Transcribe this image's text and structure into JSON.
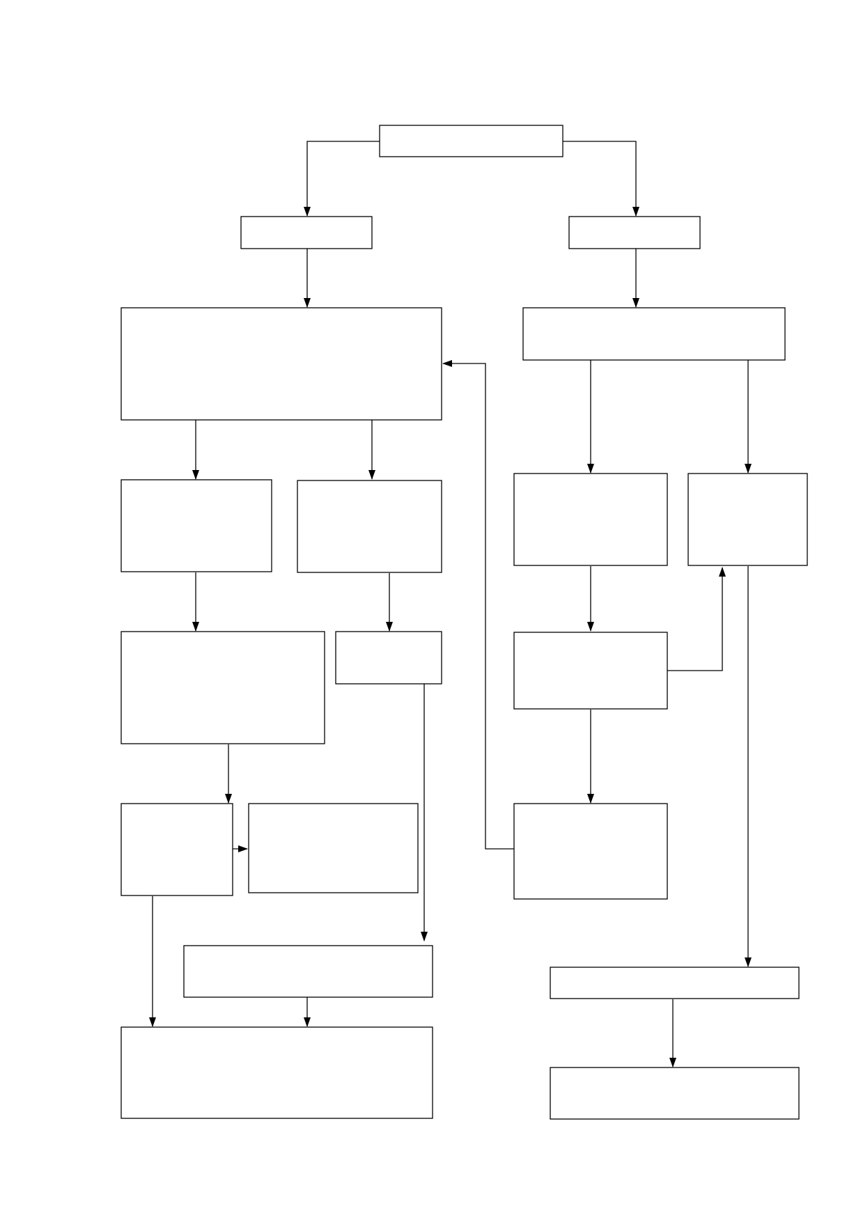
{
  "diagram": {
    "type": "flowchart",
    "background_color": "#ffffff",
    "line_color": "#000000",
    "nodes": [
      {
        "id": "root",
        "label": ""
      },
      {
        "id": "branch-left",
        "label": ""
      },
      {
        "id": "branch-right",
        "label": ""
      },
      {
        "id": "left-main",
        "label": ""
      },
      {
        "id": "right-main",
        "label": ""
      },
      {
        "id": "left-a",
        "label": ""
      },
      {
        "id": "left-b",
        "label": ""
      },
      {
        "id": "right-a",
        "label": ""
      },
      {
        "id": "right-b",
        "label": ""
      },
      {
        "id": "left-a2",
        "label": ""
      },
      {
        "id": "left-b2",
        "label": ""
      },
      {
        "id": "right-a2",
        "label": ""
      },
      {
        "id": "left-a3",
        "label": ""
      },
      {
        "id": "left-a3-side",
        "label": ""
      },
      {
        "id": "right-a3",
        "label": ""
      },
      {
        "id": "left-merge",
        "label": ""
      },
      {
        "id": "left-final",
        "label": ""
      },
      {
        "id": "right-merge",
        "label": ""
      },
      {
        "id": "right-final",
        "label": ""
      }
    ],
    "edges": [
      {
        "from": "root",
        "to": "branch-left"
      },
      {
        "from": "root",
        "to": "branch-right"
      },
      {
        "from": "branch-left",
        "to": "left-main"
      },
      {
        "from": "branch-right",
        "to": "right-main"
      },
      {
        "from": "left-main",
        "to": "left-a"
      },
      {
        "from": "left-main",
        "to": "left-b"
      },
      {
        "from": "right-main",
        "to": "right-a"
      },
      {
        "from": "right-main",
        "to": "right-b"
      },
      {
        "from": "left-a",
        "to": "left-a2"
      },
      {
        "from": "left-b",
        "to": "left-b2"
      },
      {
        "from": "right-a",
        "to": "right-a2"
      },
      {
        "from": "right-a2",
        "to": "right-b"
      },
      {
        "from": "left-a2",
        "to": "left-a3"
      },
      {
        "from": "left-a3",
        "to": "left-a3-side"
      },
      {
        "from": "right-a2",
        "to": "right-a3"
      },
      {
        "from": "right-a3",
        "to": "left-main"
      },
      {
        "from": "left-b2",
        "to": "left-merge"
      },
      {
        "from": "left-a3",
        "to": "left-final"
      },
      {
        "from": "left-merge",
        "to": "left-final"
      },
      {
        "from": "right-b",
        "to": "right-merge"
      },
      {
        "from": "right-merge",
        "to": "right-final"
      }
    ]
  }
}
